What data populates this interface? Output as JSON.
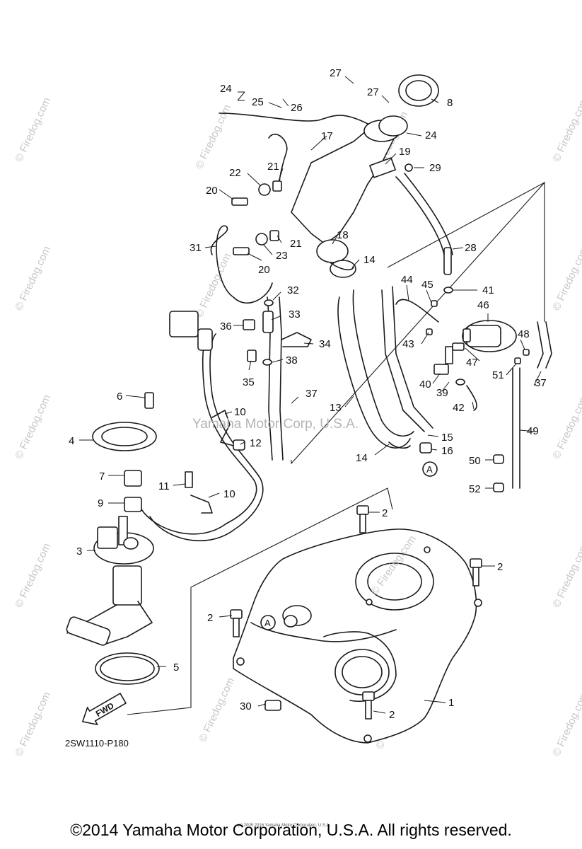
{
  "diagram": {
    "drawing_code": "2SW1110-P180",
    "fwd_label": "FWD",
    "center_watermark": "Yamaha Motor Corp, U.S.A.",
    "site_watermark": "© Firedog.com",
    "tank_watermark": "© Firedog.com",
    "fine_print": "(c) 2005 2016 Yamaha Motor Corporation, U.S.A.",
    "ref_mark": "A",
    "callouts": {
      "c1": "1",
      "c2a": "2",
      "c2b": "2",
      "c2c": "2",
      "c2d": "2",
      "c3": "3",
      "c4": "4",
      "c5": "5",
      "c6": "6",
      "c7": "7",
      "c8": "8",
      "c9": "9",
      "c10a": "10",
      "c10b": "10",
      "c11": "11",
      "c12": "12",
      "c13": "13",
      "c14a": "14",
      "c14b": "14",
      "c15": "15",
      "c16": "16",
      "c17": "17",
      "c18": "18",
      "c19": "19",
      "c20a": "20",
      "c20b": "20",
      "c21a": "21",
      "c21b": "21",
      "c22": "22",
      "c23": "23",
      "c24a": "24",
      "c24b": "24",
      "c25": "25",
      "c26": "26",
      "c27a": "27",
      "c27b": "27",
      "c28": "28",
      "c29": "29",
      "c30": "30",
      "c31": "31",
      "c32": "32",
      "c33": "33",
      "c34": "34",
      "c35": "35",
      "c36": "36",
      "c37a": "37",
      "c37b": "37",
      "c38": "38",
      "c39": "39",
      "c40": "40",
      "c41": "41",
      "c42": "42",
      "c43": "43",
      "c44": "44",
      "c45": "45",
      "c46": "46",
      "c47": "47",
      "c48": "48",
      "c49": "49",
      "c50": "50",
      "c51": "51",
      "c52": "52"
    }
  },
  "footer": {
    "copyright": "©2014 Yamaha Motor Corporation, U.S.A. All rights reserved."
  }
}
